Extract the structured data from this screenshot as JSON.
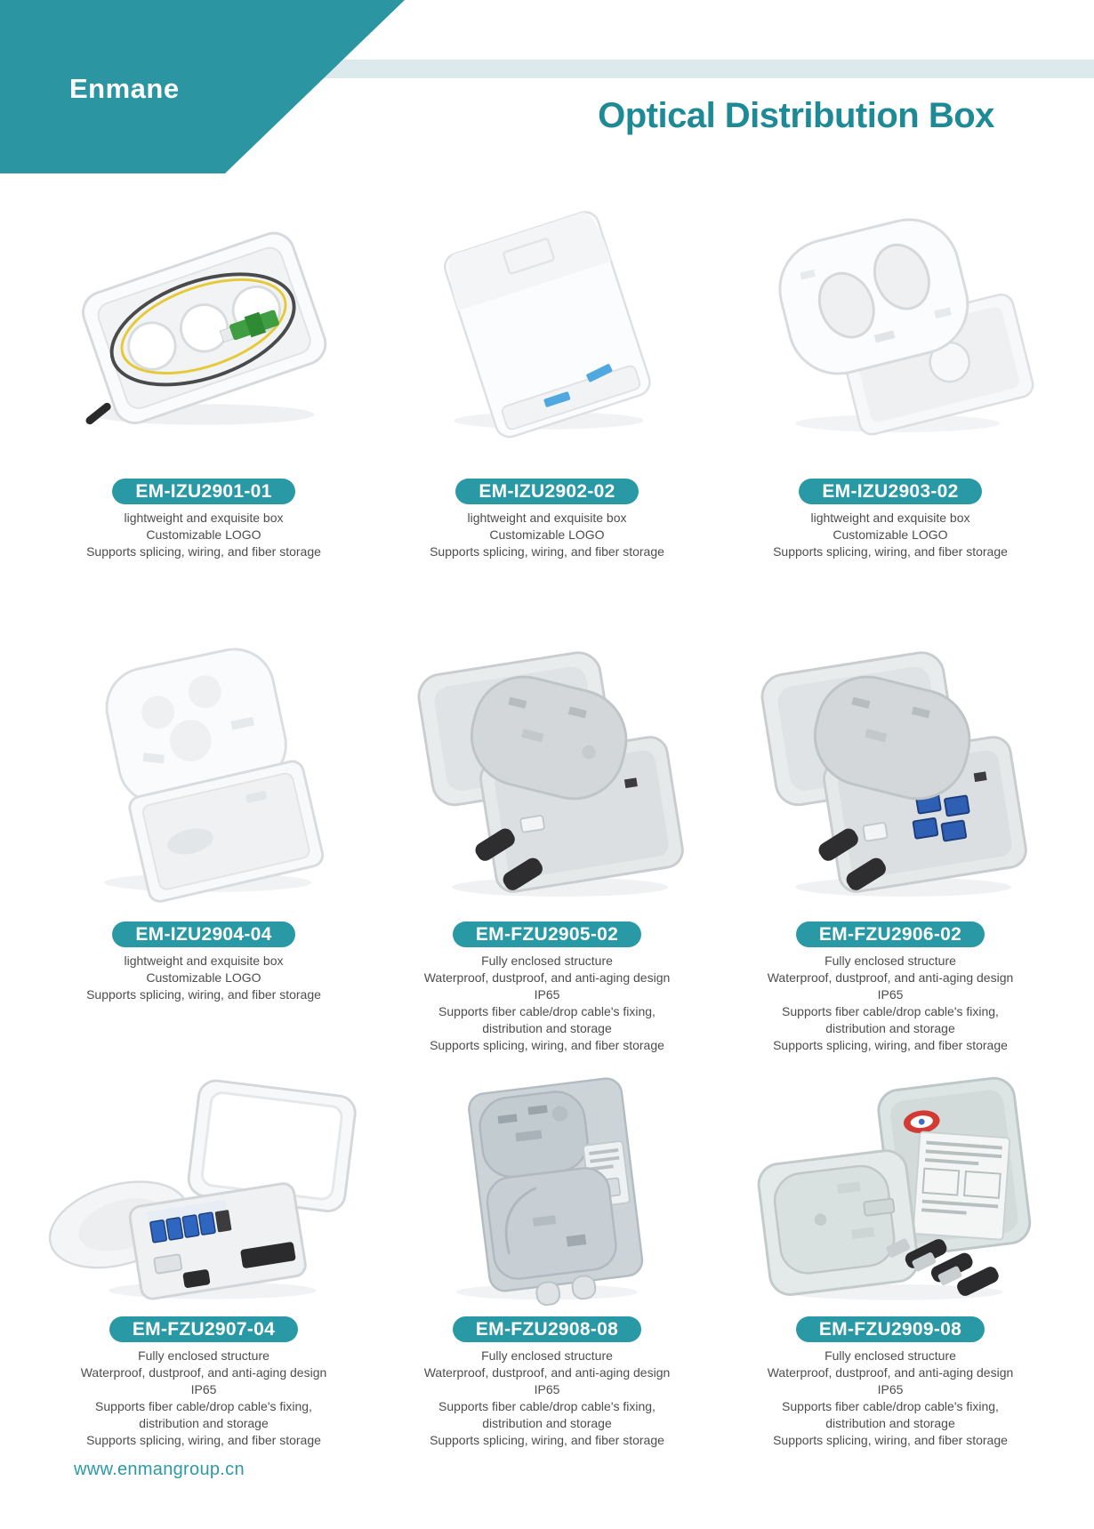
{
  "header": {
    "brand": "Enmane",
    "title": "Optical Distribution Box",
    "colors": {
      "teal": "#2B96A2",
      "ribbon": "#DCEAED",
      "title_text": "#1E8A96",
      "badge": "#2999A6"
    }
  },
  "products": [
    {
      "model": "EM-IZU2901-01",
      "photo_alt": "open-white-fiber-tray-with-yellow-fiber-and-green-sc-apc-connector",
      "description": "lightweight and exquisite box\nCustomizable LOGO\nSupports splicing, wiring, and fiber storage"
    },
    {
      "model": "EM-IZU2902-02",
      "photo_alt": "closed-white-terminal-box-with-two-blue-sc-ports",
      "description": "lightweight and exquisite box\nCustomizable LOGO\nSupports splicing, wiring, and fiber storage"
    },
    {
      "model": "EM-IZU2903-02",
      "photo_alt": "open-white-tray-with-two-oval-holes",
      "description": "lightweight and exquisite box\nCustomizable LOGO\nSupports splicing, wiring, and fiber storage"
    },
    {
      "model": "EM-IZU2904-04",
      "photo_alt": "open-white-box-with-splice-tray-lid",
      "description": "lightweight and exquisite box\nCustomizable LOGO\nSupports splicing, wiring, and fiber storage"
    },
    {
      "model": "EM-FZU2905-02",
      "photo_alt": "gray-enclosed-box-opened-with-oval-splice-tray",
      "description": "Fully enclosed structure\nWaterproof, dustproof, and anti-aging design\nIP65\nSupports fiber cable/drop cable's fixing,\ndistribution and storage\nSupports splicing, wiring, and fiber storage"
    },
    {
      "model": "EM-FZU2906-02",
      "photo_alt": "gray-enclosed-box-opened-with-blue-sc-adapters",
      "description": "Fully enclosed structure\nWaterproof, dustproof, and anti-aging design\nIP65\nSupports fiber cable/drop cable's fixing,\ndistribution and storage\nSupports splicing, wiring, and fiber storage"
    },
    {
      "model": "EM-FZU2907-04",
      "photo_alt": "open-white-box-with-swing-tray-and-blue-sc-adapter-row",
      "description": "Fully enclosed structure\nWaterproof, dustproof, and anti-aging design\nIP65\nSupports fiber cable/drop cable's fixing,\ndistribution and storage\nSupports splicing, wiring, and fiber storage"
    },
    {
      "model": "EM-FZU2908-08",
      "photo_alt": "gray-vertical-distribution-box-internals-with-label-and-glands",
      "description": "Fully enclosed structure\nWaterproof, dustproof, and anti-aging design\nIP65\nSupports fiber cable/drop cable's fixing,\ndistribution and storage\nSupports splicing, wiring, and fiber storage"
    },
    {
      "model": "EM-FZU2909-08",
      "photo_alt": "open-wall-mount-box-with-red-label-spec-sheet-and-three-glands",
      "description": "Fully enclosed structure\nWaterproof, dustproof, and anti-aging design\nIP65\nSupports fiber cable/drop cable's fixing,\ndistribution and storage\nSupports splicing, wiring, and fiber storage"
    }
  ],
  "footer": {
    "url": "www.enmangroup.cn"
  }
}
